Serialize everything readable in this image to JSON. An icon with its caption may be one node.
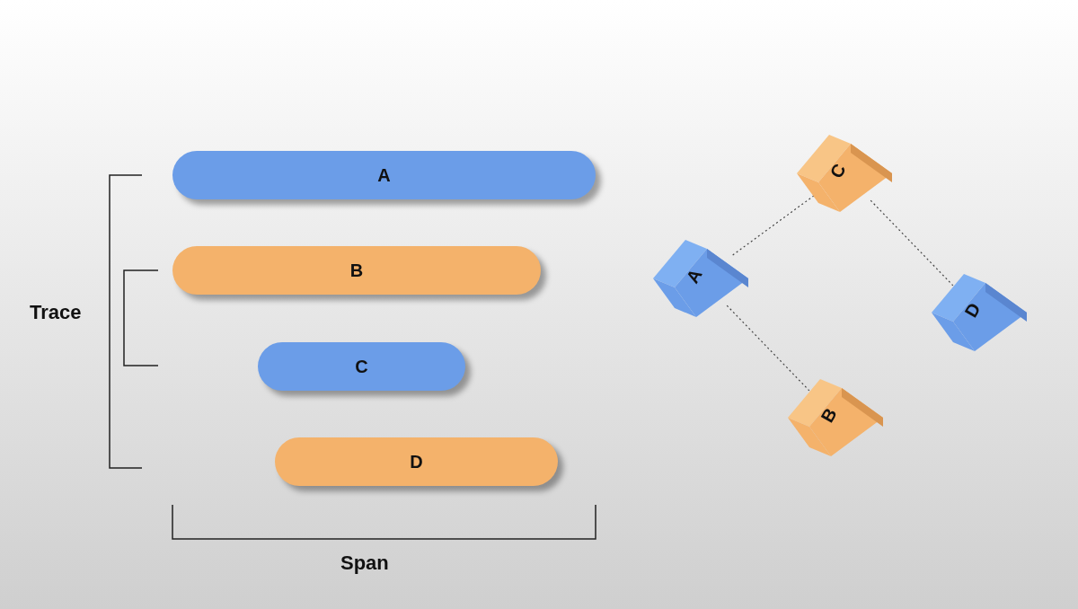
{
  "diagram": {
    "nodes": [
      {
        "text": [
          "A"
        ]
      },
      {
        "text": [
          "B"
        ]
      },
      {
        "text": [
          "C"
        ]
      },
      {
        "text": [
          "D"
        ]
      },
      {
        "text": [
          "C"
        ]
      },
      {
        "text": [
          "A"
        ]
      },
      {
        "text": [
          "D"
        ]
      },
      {
        "text": [
          "B"
        ]
      }
    ],
    "edges": [
      {
        "from": 4,
        "to": 5,
        "arrow": "none",
        "style": "dashed"
      },
      {
        "from": 4,
        "to": 6,
        "arrow": "none",
        "style": "dashed"
      },
      {
        "from": 5,
        "to": 7,
        "arrow": "none",
        "style": "dashed"
      }
    ],
    "labels": [
      "Trace",
      "Span"
    ]
  }
}
